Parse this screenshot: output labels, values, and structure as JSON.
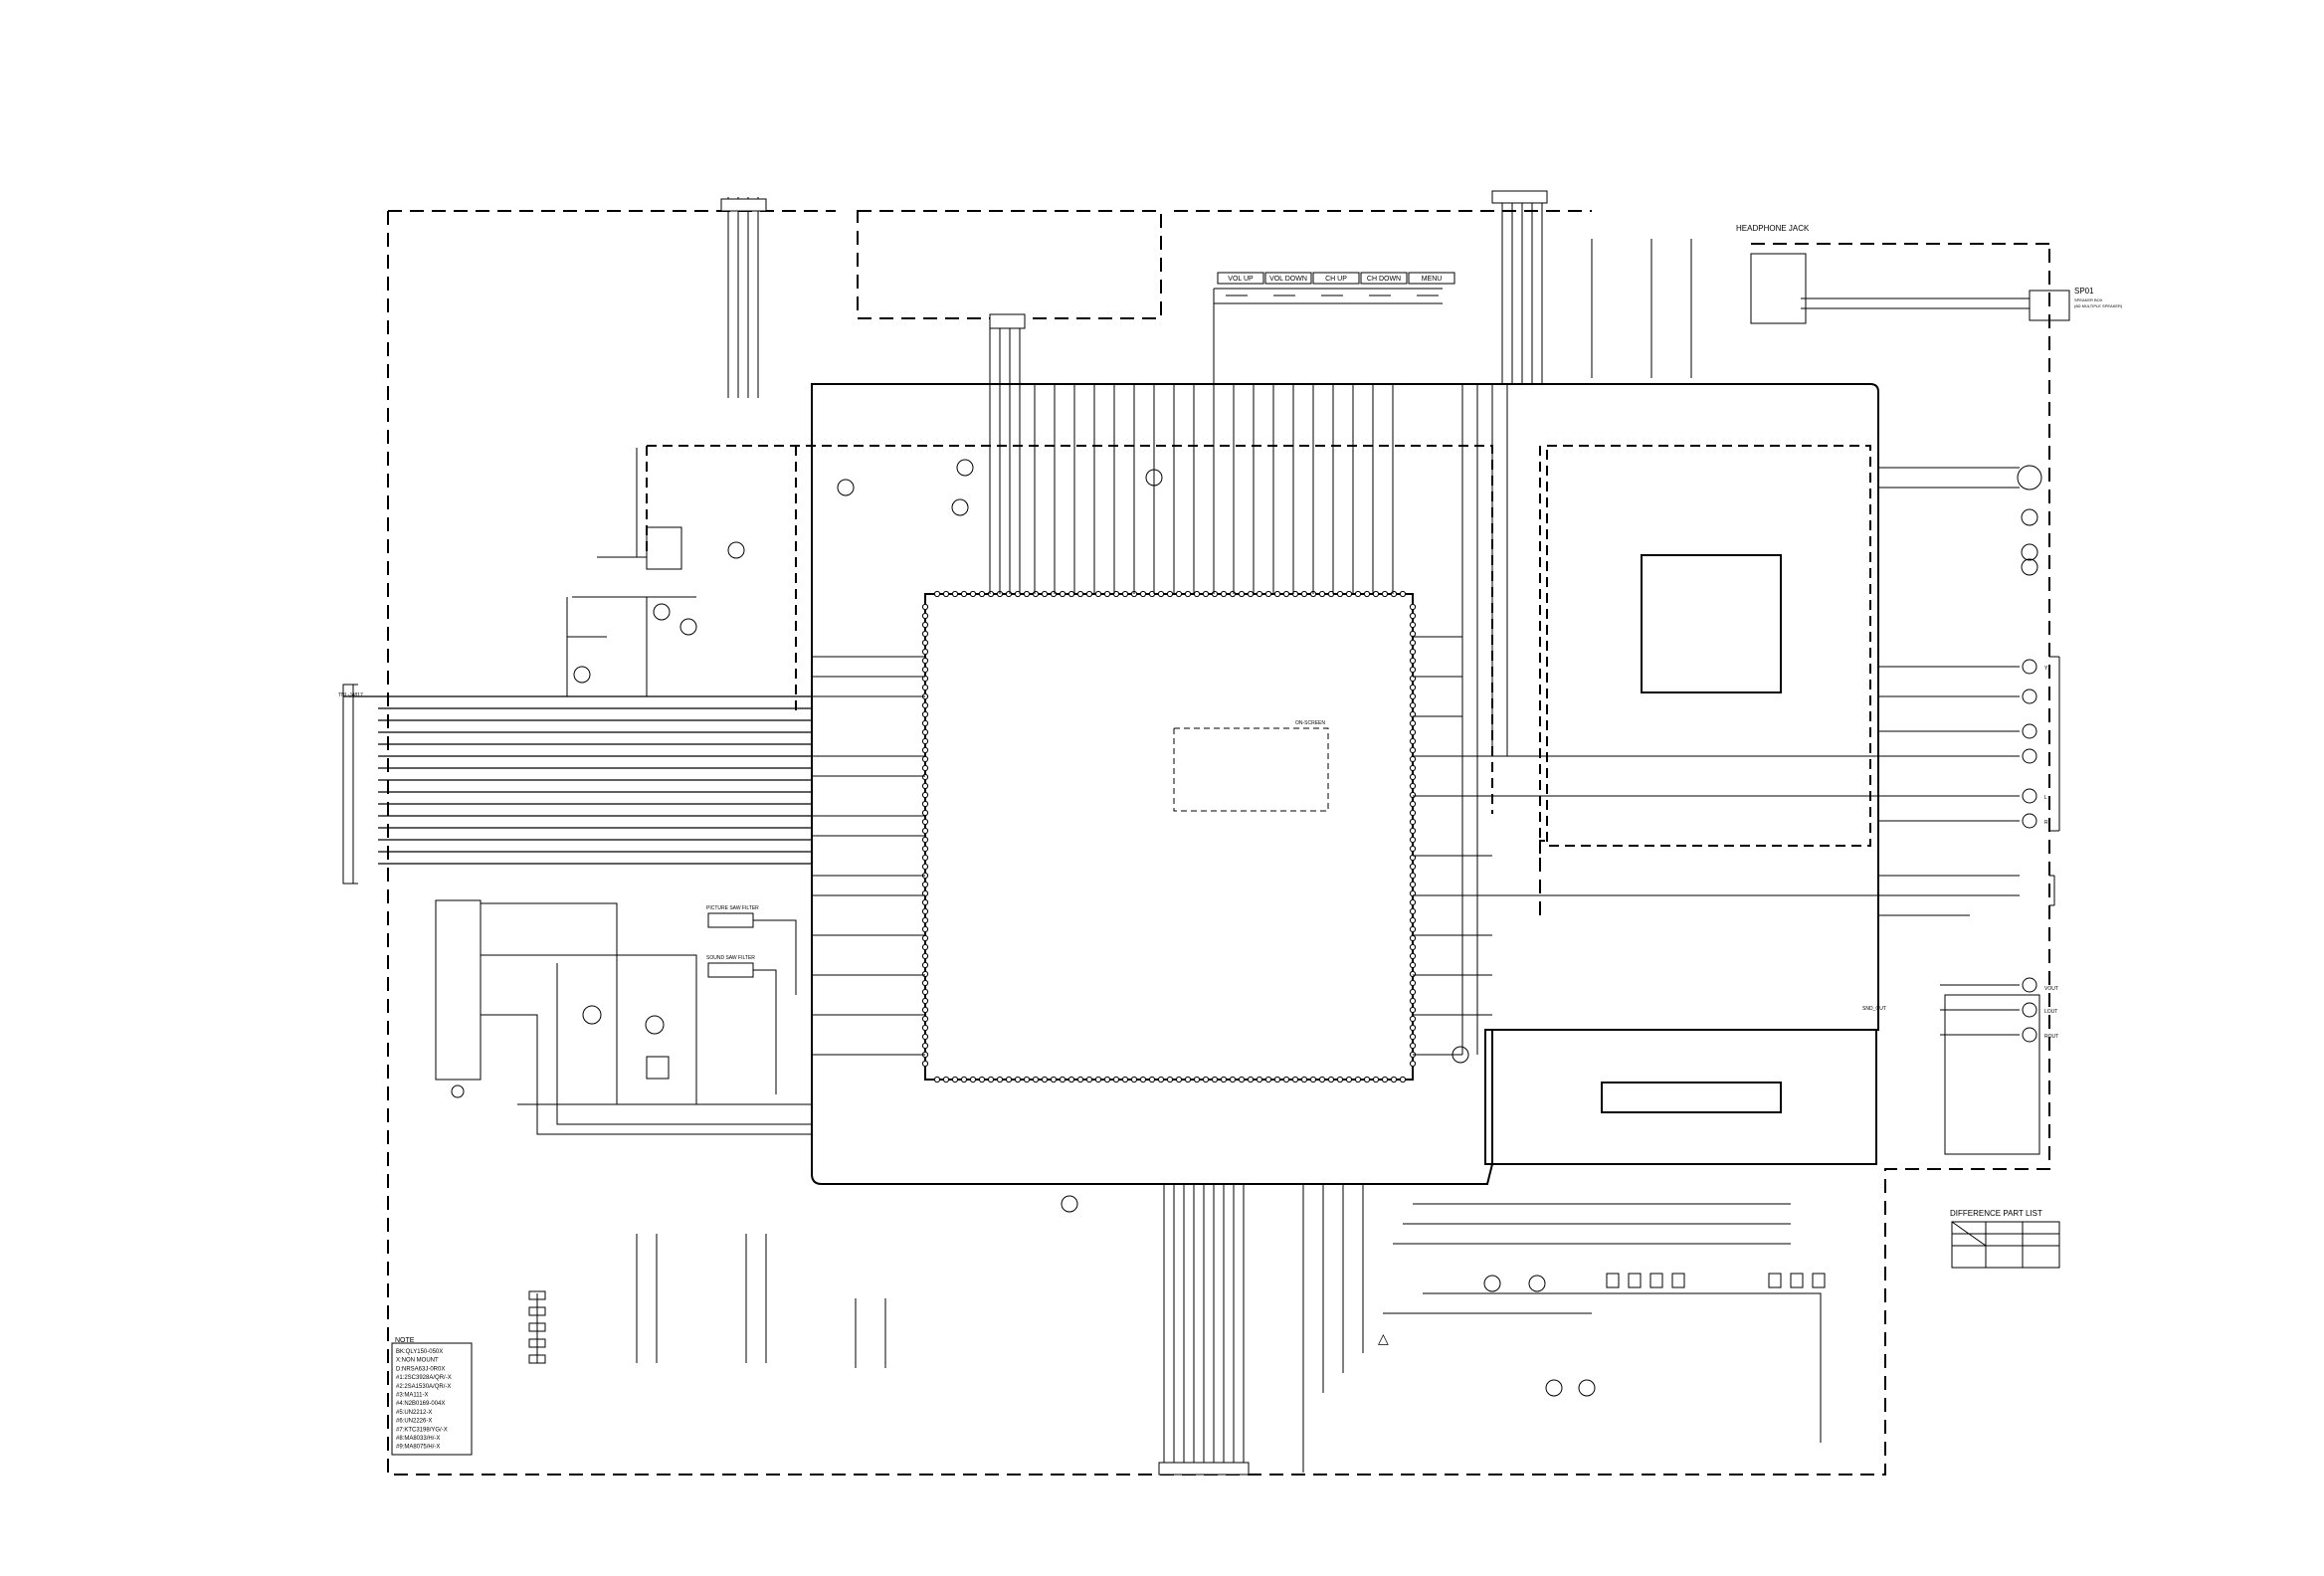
{
  "labels": {
    "headphone_jack": "HEADPHONE JACK",
    "speaker_ref": "SP01",
    "speaker_note_1": "SPEAKER BOX",
    "speaker_note_2": "(8Ω MULTIPLE SPEAKER)",
    "picture_saw_filter": "PICTURE SAW FILTER",
    "sound_saw_filter": "SOUND SAW FILTER",
    "tuner": "TNL-J4817",
    "difference_part_list": "DIFFERENCE PART LIST",
    "sound_out": "SND_OUT",
    "ic_label": "ON-SCREEN",
    "warning_mark": "△",
    "jack_vout": "VOUT",
    "jack_lout": "LOUT",
    "jack_rout": "ROUT",
    "jack_y": "Y",
    "jack_l": "L",
    "jack_r": "R"
  },
  "keys": [
    "VOL UP",
    "VOL DOWN",
    "CH UP",
    "CH DOWN",
    "MENU"
  ],
  "note": {
    "title": "NOTE",
    "lines": [
      "BK:QLY150-050X",
      "X:NON MOUNT",
      "D:NRSA63J-0R0X",
      "#1:2SC3928A/QR/-X",
      "#2:2SA1530A/QR/-X",
      "#3:MA111-X",
      "#4:N2B0169-004X",
      "#5:UN2212-X",
      "#6:UN2226-X",
      "#7:KTC3198/YG/-X",
      "#8:MA8033/H/-X",
      "#9:MA8075/H/-X"
    ]
  }
}
